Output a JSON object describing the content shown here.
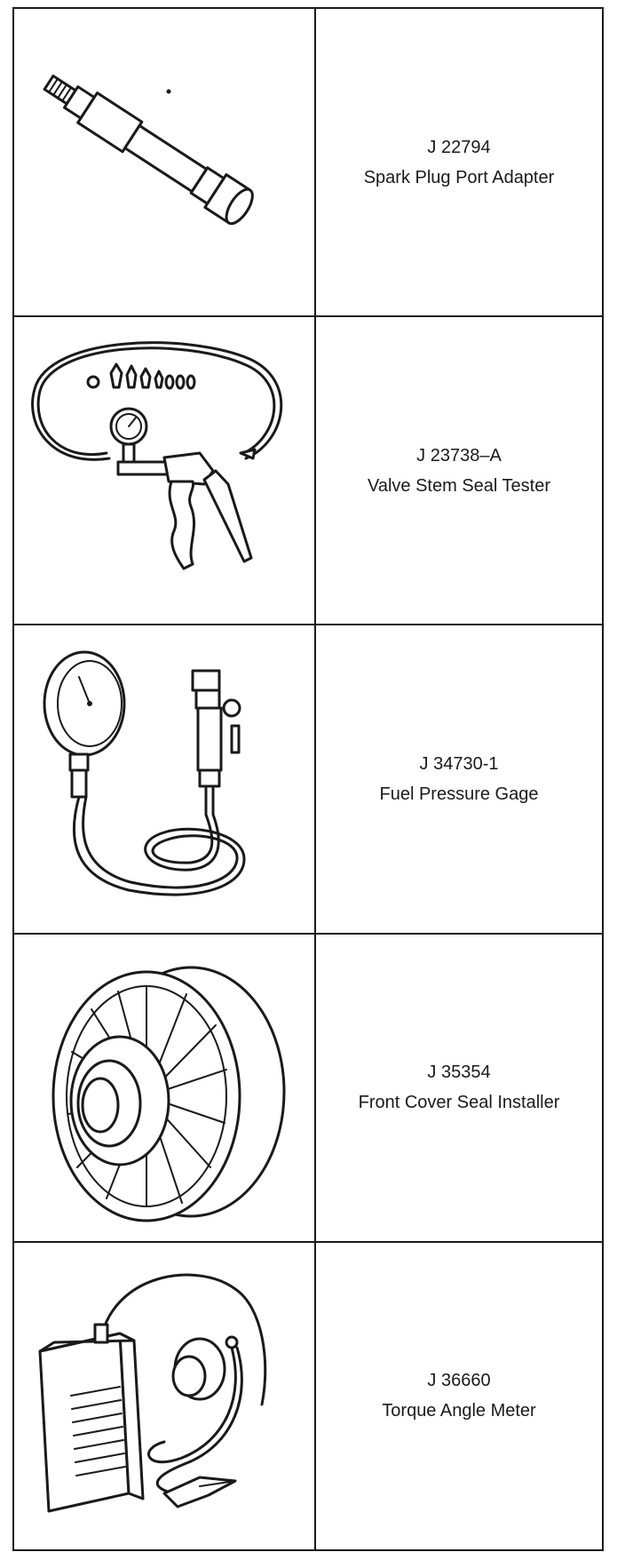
{
  "tools": [
    {
      "number": "J 22794",
      "name": "Spark Plug Port Adapter",
      "icon": "spark-plug-port-adapter-icon"
    },
    {
      "number": "J 23738–A",
      "name": "Valve Stem Seal Tester",
      "icon": "valve-stem-seal-tester-icon"
    },
    {
      "number": "J 34730-1",
      "name": "Fuel Pressure Gage",
      "icon": "fuel-pressure-gage-icon"
    },
    {
      "number": "J 35354",
      "name": "Front Cover Seal Installer",
      "icon": "front-cover-seal-installer-icon"
    },
    {
      "number": "J 36660",
      "name": "Torque Angle Meter",
      "icon": "torque-angle-meter-icon"
    }
  ]
}
